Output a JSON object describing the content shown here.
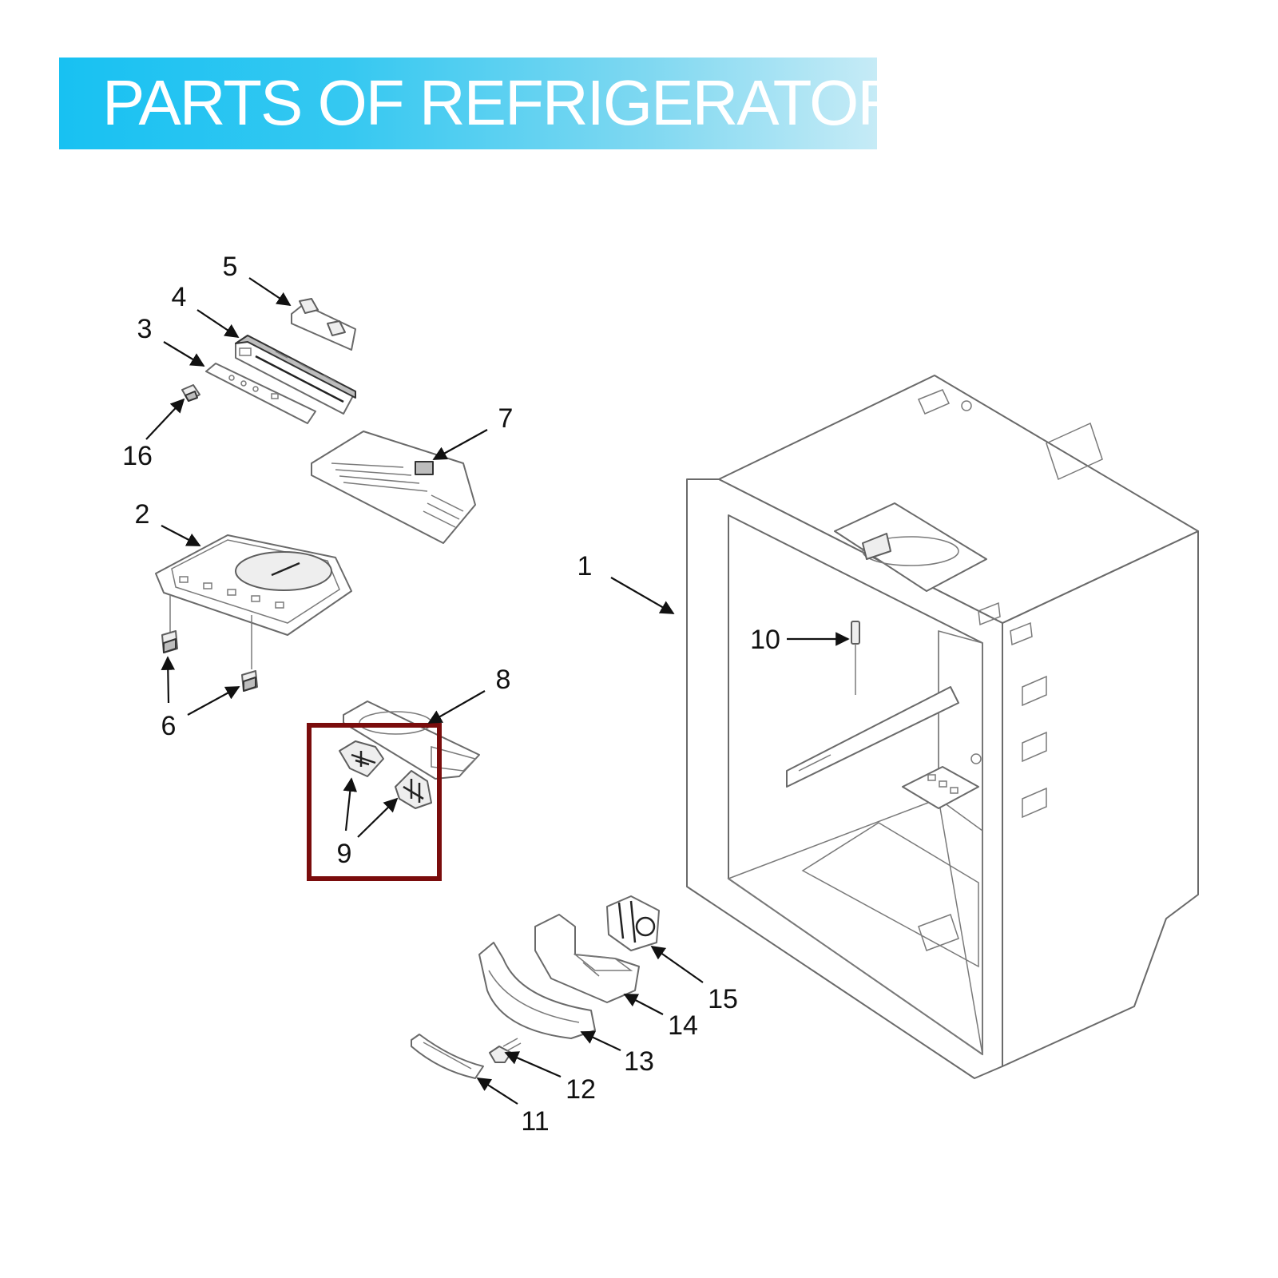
{
  "title": "PARTS OF REFRIGERATOR",
  "colors": {
    "banner_start": "#18c1f2",
    "banner_end": "#c6ebf6",
    "title_text": "#ffffff",
    "highlight_box": "#7a0c0c",
    "line_art": "#6a6a6a"
  },
  "callouts": [
    {
      "number": "1"
    },
    {
      "number": "2"
    },
    {
      "number": "3"
    },
    {
      "number": "4"
    },
    {
      "number": "5"
    },
    {
      "number": "6"
    },
    {
      "number": "7"
    },
    {
      "number": "8"
    },
    {
      "number": "9"
    },
    {
      "number": "10"
    },
    {
      "number": "11"
    },
    {
      "number": "12"
    },
    {
      "number": "13"
    },
    {
      "number": "14"
    },
    {
      "number": "15"
    },
    {
      "number": "16"
    }
  ]
}
